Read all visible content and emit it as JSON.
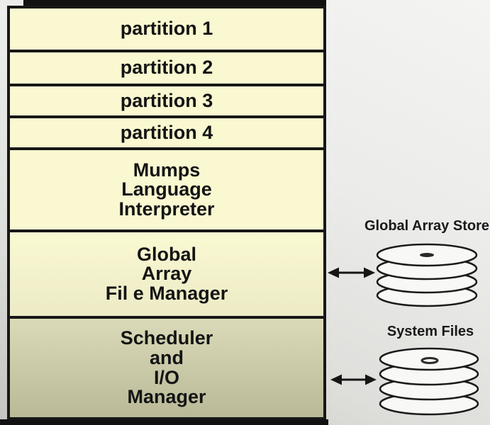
{
  "stack": {
    "rows": [
      {
        "label": "partition 1"
      },
      {
        "label": "partition 2"
      },
      {
        "label": "partition 3"
      },
      {
        "label": "partition 4"
      },
      {
        "label": "Mumps\nLanguage\nInterpreter"
      },
      {
        "label": "Global\nArray\nFil e Manager"
      },
      {
        "label": "Scheduler\nand\nI/O\nManager"
      }
    ]
  },
  "storage": [
    {
      "label": "Global Array Store",
      "icon": "disk-stack-icon"
    },
    {
      "label": "System Files",
      "icon": "disk-stack-icon"
    }
  ],
  "connectors": [
    {
      "type": "double-arrow",
      "from": "Global Array Fil e Manager",
      "to": "Global Array Store"
    },
    {
      "type": "double-arrow",
      "from": "Scheduler and I/O Manager",
      "to": "System Files"
    }
  ],
  "colors": {
    "cell_fill": "#f9f8d0",
    "scheduler_fill_top": "#dbdab8",
    "scheduler_fill_bottom": "#b9b998",
    "border": "#171717",
    "text": "#141414",
    "background_top": "#f4f4f2",
    "background_bottom": "#c3c3bf",
    "disk_fill": "#f8f8f6"
  }
}
